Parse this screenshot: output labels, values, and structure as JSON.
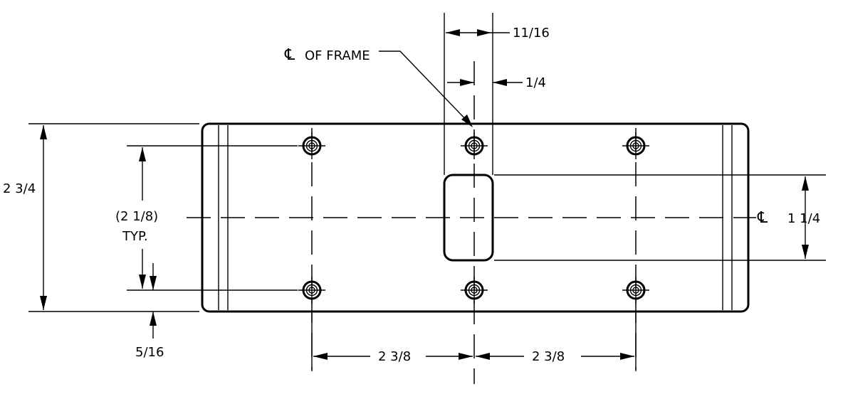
{
  "labels": {
    "cl_frame_symbol": "℄",
    "cl_frame_text": "OF FRAME",
    "dim_11_16": "11/16",
    "dim_1_4": "1/4",
    "dim_2_3_4": "2 3/4",
    "dim_2_1_8": "(2 1/8)",
    "typ": "TYP.",
    "dim_5_16": "5/16",
    "dim_2_3_8_left": "2 3/8",
    "dim_2_3_8_right": "2 3/8",
    "cl_symbol_right": "℄",
    "dim_1_1_4": "1 1/4"
  }
}
